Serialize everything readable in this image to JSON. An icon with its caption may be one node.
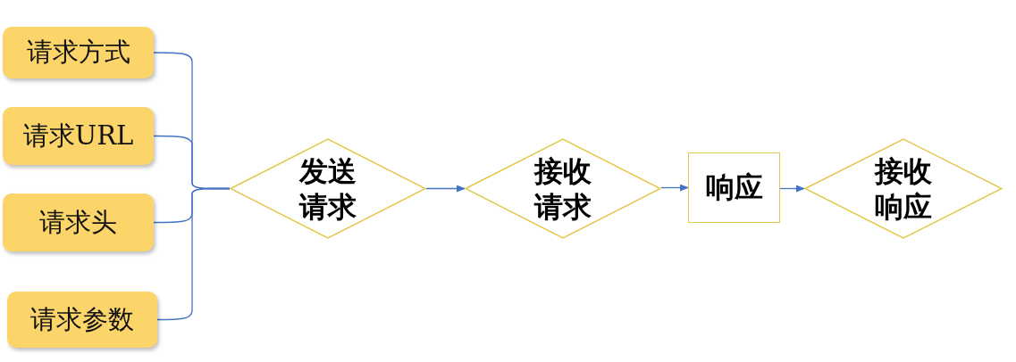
{
  "diagram": {
    "nodes": [
      {
        "text": [
          "请求方式"
        ]
      },
      {
        "text": [
          "请求URL"
        ]
      },
      {
        "text": [
          "请求头"
        ]
      },
      {
        "text": [
          "请求参数"
        ]
      },
      {
        "text": [
          "发送请求"
        ]
      },
      {
        "text": [
          "接收请求"
        ]
      },
      {
        "text": [
          "响应"
        ]
      },
      {
        "text": [
          "接收响应"
        ]
      }
    ],
    "edges": [
      {
        "from": 0,
        "to": 4,
        "arrow": "none"
      },
      {
        "from": 1,
        "to": 4,
        "arrow": "none"
      },
      {
        "from": 2,
        "to": 4,
        "arrow": "none"
      },
      {
        "from": 3,
        "to": 4,
        "arrow": "none"
      },
      {
        "from": 4,
        "to": 5,
        "arrow": "to"
      },
      {
        "from": 5,
        "to": 6,
        "arrow": "to"
      },
      {
        "from": 6,
        "to": 7,
        "arrow": "to"
      }
    ]
  }
}
